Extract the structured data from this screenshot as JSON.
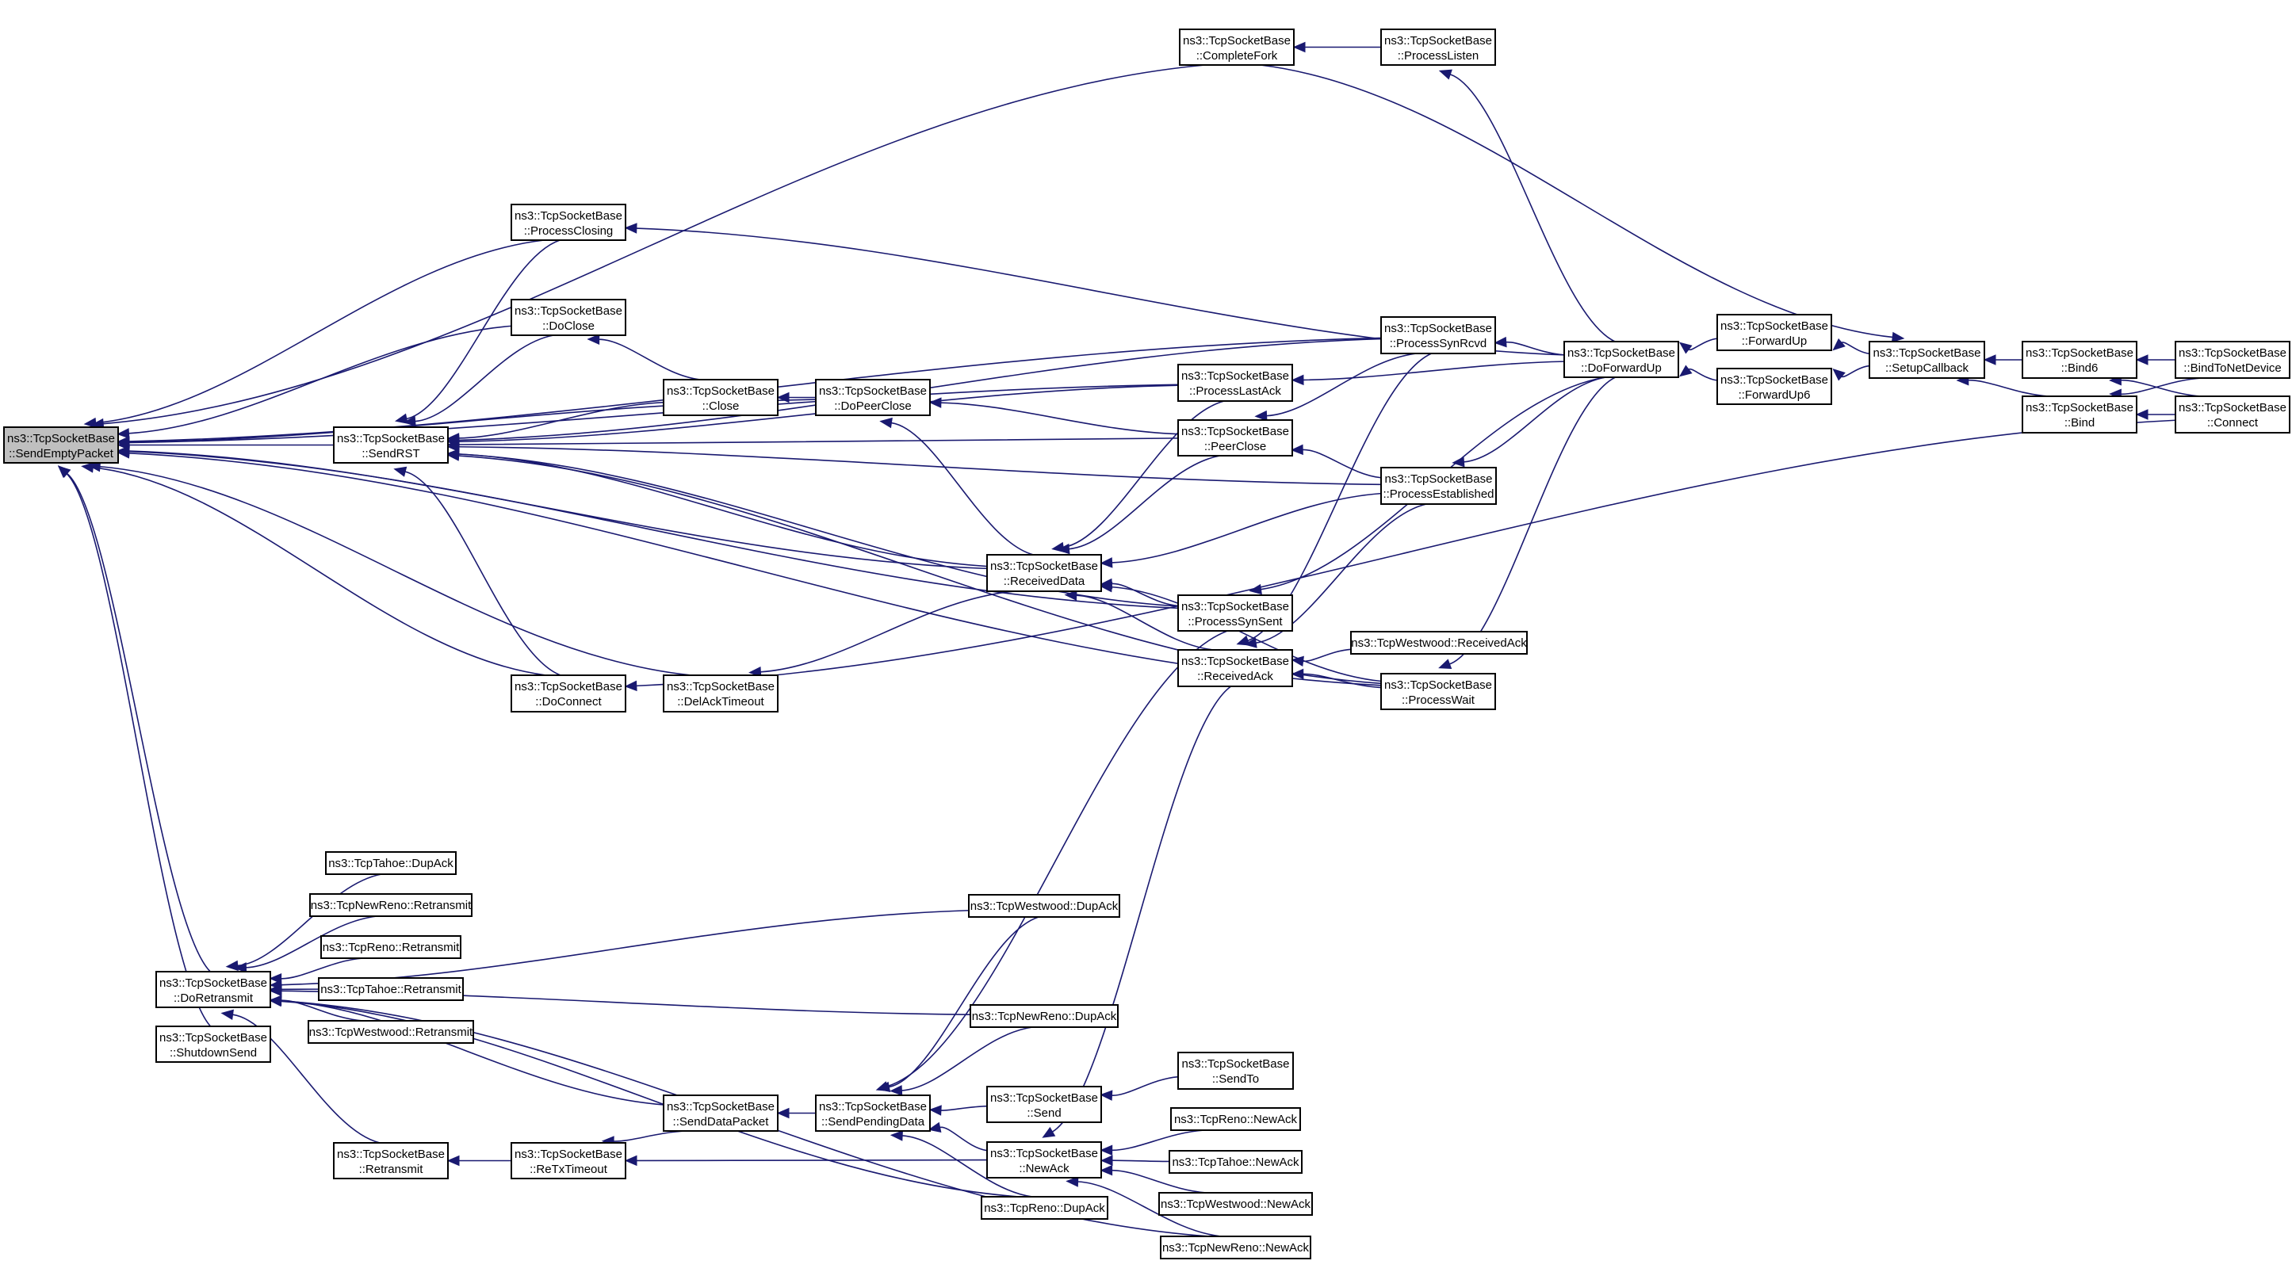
{
  "title": "Caller graph of ns3::TcpSocketBase::SendEmptyPacket",
  "edge_color": "#191970",
  "root_fill": "#bfbfbf",
  "nodes": [
    {
      "id": "SendEmptyPacket",
      "lines": [
        "ns3::TcpSocketBase",
        "::SendEmptyPacket"
      ],
      "root": true
    },
    {
      "id": "SendRST",
      "lines": [
        "ns3::TcpSocketBase",
        "::SendRST"
      ]
    },
    {
      "id": "CompleteFork",
      "lines": [
        "ns3::TcpSocketBase",
        "::CompleteFork"
      ]
    },
    {
      "id": "ProcessListen",
      "lines": [
        "ns3::TcpSocketBase",
        "::ProcessListen"
      ]
    },
    {
      "id": "ProcessClosing",
      "lines": [
        "ns3::TcpSocketBase",
        "::ProcessClosing"
      ]
    },
    {
      "id": "DoClose",
      "lines": [
        "ns3::TcpSocketBase",
        "::DoClose"
      ]
    },
    {
      "id": "Close",
      "lines": [
        "ns3::TcpSocketBase",
        "::Close"
      ]
    },
    {
      "id": "DoPeerClose",
      "lines": [
        "ns3::TcpSocketBase",
        "::DoPeerClose"
      ]
    },
    {
      "id": "ProcessSynRcvd",
      "lines": [
        "ns3::TcpSocketBase",
        "::ProcessSynRcvd"
      ]
    },
    {
      "id": "ProcessLastAck",
      "lines": [
        "ns3::TcpSocketBase",
        "::ProcessLastAck"
      ]
    },
    {
      "id": "PeerClose",
      "lines": [
        "ns3::TcpSocketBase",
        "::PeerClose"
      ]
    },
    {
      "id": "ProcessEstablished",
      "lines": [
        "ns3::TcpSocketBase",
        "::ProcessEstablished"
      ]
    },
    {
      "id": "DoForwardUp",
      "lines": [
        "ns3::TcpSocketBase",
        "::DoForwardUp"
      ]
    },
    {
      "id": "ForwardUp",
      "lines": [
        "ns3::TcpSocketBase",
        "::ForwardUp"
      ]
    },
    {
      "id": "ForwardUp6",
      "lines": [
        "ns3::TcpSocketBase",
        "::ForwardUp6"
      ]
    },
    {
      "id": "SetupCallback",
      "lines": [
        "ns3::TcpSocketBase",
        "::SetupCallback"
      ]
    },
    {
      "id": "Bind6",
      "lines": [
        "ns3::TcpSocketBase",
        "::Bind6"
      ]
    },
    {
      "id": "Bind",
      "lines": [
        "ns3::TcpSocketBase",
        "::Bind"
      ]
    },
    {
      "id": "BindToNetDevice",
      "lines": [
        "ns3::TcpSocketBase",
        "::BindToNetDevice"
      ]
    },
    {
      "id": "Connect",
      "lines": [
        "ns3::TcpSocketBase",
        "::Connect"
      ]
    },
    {
      "id": "ReceivedData",
      "lines": [
        "ns3::TcpSocketBase",
        "::ReceivedData"
      ]
    },
    {
      "id": "ProcessSynSent",
      "lines": [
        "ns3::TcpSocketBase",
        "::ProcessSynSent"
      ]
    },
    {
      "id": "ReceivedAck",
      "lines": [
        "ns3::TcpSocketBase",
        "::ReceivedAck"
      ]
    },
    {
      "id": "WestwoodReceivedAck",
      "lines": [
        "ns3::TcpWestwood::ReceivedAck"
      ]
    },
    {
      "id": "ProcessWait",
      "lines": [
        "ns3::TcpSocketBase",
        "::ProcessWait"
      ]
    },
    {
      "id": "DoConnect",
      "lines": [
        "ns3::TcpSocketBase",
        "::DoConnect"
      ]
    },
    {
      "id": "DelAckTimeout",
      "lines": [
        "ns3::TcpSocketBase",
        "::DelAckTimeout"
      ]
    },
    {
      "id": "DoRetransmit",
      "lines": [
        "ns3::TcpSocketBase",
        "::DoRetransmit"
      ]
    },
    {
      "id": "ShutdownSend",
      "lines": [
        "ns3::TcpSocketBase",
        "::ShutdownSend"
      ]
    },
    {
      "id": "TahoeDupAck",
      "lines": [
        "ns3::TcpTahoe::DupAck"
      ]
    },
    {
      "id": "NewRenoRetransmit",
      "lines": [
        "ns3::TcpNewReno::Retransmit"
      ]
    },
    {
      "id": "RenoRetransmit",
      "lines": [
        "ns3::TcpReno::Retransmit"
      ]
    },
    {
      "id": "TahoeRetransmit",
      "lines": [
        "ns3::TcpTahoe::Retransmit"
      ]
    },
    {
      "id": "WestwoodRetransmit",
      "lines": [
        "ns3::TcpWestwood::Retransmit"
      ]
    },
    {
      "id": "WestwoodDupAck",
      "lines": [
        "ns3::TcpWestwood::DupAck"
      ]
    },
    {
      "id": "NewRenoDupAck",
      "lines": [
        "ns3::TcpNewReno::DupAck"
      ]
    },
    {
      "id": "SendDataPacket",
      "lines": [
        "ns3::TcpSocketBase",
        "::SendDataPacket"
      ]
    },
    {
      "id": "SendPendingData",
      "lines": [
        "ns3::TcpSocketBase",
        "::SendPendingData"
      ]
    },
    {
      "id": "Send",
      "lines": [
        "ns3::TcpSocketBase",
        "::Send"
      ]
    },
    {
      "id": "SendTo",
      "lines": [
        "ns3::TcpSocketBase",
        "::SendTo"
      ]
    },
    {
      "id": "Retransmit",
      "lines": [
        "ns3::TcpSocketBase",
        "::Retransmit"
      ]
    },
    {
      "id": "ReTxTimeout",
      "lines": [
        "ns3::TcpSocketBase",
        "::ReTxTimeout"
      ]
    },
    {
      "id": "NewAck",
      "lines": [
        "ns3::TcpSocketBase",
        "::NewAck"
      ]
    },
    {
      "id": "RenoDupAck",
      "lines": [
        "ns3::TcpReno::DupAck"
      ]
    },
    {
      "id": "RenoNewAck",
      "lines": [
        "ns3::TcpReno::NewAck"
      ]
    },
    {
      "id": "TahoeNewAck",
      "lines": [
        "ns3::TcpTahoe::NewAck"
      ]
    },
    {
      "id": "WestwoodNewAck",
      "lines": [
        "ns3::TcpWestwood::NewAck"
      ]
    },
    {
      "id": "NewRenoNewAck",
      "lines": [
        "ns3::TcpNewReno::NewAck"
      ]
    }
  ],
  "edges": [
    [
      "CompleteFork",
      "SendEmptyPacket"
    ],
    [
      "ProcessListen",
      "CompleteFork"
    ],
    [
      "DoForwardUp",
      "ProcessListen"
    ],
    [
      "CompleteFork",
      "SetupCallback"
    ],
    [
      "ProcessClosing",
      "SendEmptyPacket"
    ],
    [
      "DoForwardUp",
      "ProcessClosing"
    ],
    [
      "ProcessClosing",
      "SendRST"
    ],
    [
      "DoClose",
      "SendEmptyPacket"
    ],
    [
      "DoClose",
      "SendRST"
    ],
    [
      "Close",
      "DoClose"
    ],
    [
      "Close",
      "SendRST"
    ],
    [
      "DoPeerClose",
      "Close"
    ],
    [
      "DoPeerClose",
      "SendEmptyPacket"
    ],
    [
      "PeerClose",
      "DoPeerClose"
    ],
    [
      "ReceivedData",
      "DoPeerClose"
    ],
    [
      "SendRST",
      "SendEmptyPacket"
    ],
    [
      "ProcessSynRcvd",
      "SendEmptyPacket"
    ],
    [
      "ProcessSynRcvd",
      "SendRST"
    ],
    [
      "ProcessSynRcvd",
      "PeerClose"
    ],
    [
      "ProcessSynRcvd",
      "ReceivedAck"
    ],
    [
      "DoForwardUp",
      "ProcessSynRcvd"
    ],
    [
      "ProcessLastAck",
      "SendEmptyPacket"
    ],
    [
      "ProcessLastAck",
      "SendRST"
    ],
    [
      "DoForwardUp",
      "ProcessLastAck"
    ],
    [
      "ProcessLastAck",
      "ReceivedData"
    ],
    [
      "PeerClose",
      "SendRST"
    ],
    [
      "PeerClose",
      "ReceivedData"
    ],
    [
      "ProcessEstablished",
      "PeerClose"
    ],
    [
      "ProcessEstablished",
      "SendRST"
    ],
    [
      "ProcessEstablished",
      "ReceivedData"
    ],
    [
      "ProcessEstablished",
      "ReceivedAck"
    ],
    [
      "DoForwardUp",
      "ProcessEstablished"
    ],
    [
      "ForwardUp",
      "DoForwardUp"
    ],
    [
      "ForwardUp6",
      "DoForwardUp"
    ],
    [
      "SetupCallback",
      "ForwardUp"
    ],
    [
      "SetupCallback",
      "ForwardUp6"
    ],
    [
      "Bind6",
      "SetupCallback"
    ],
    [
      "Bind",
      "SetupCallback"
    ],
    [
      "BindToNetDevice",
      "Bind6"
    ],
    [
      "BindToNetDevice",
      "Bind"
    ],
    [
      "Connect",
      "Bind6"
    ],
    [
      "Connect",
      "Bind"
    ],
    [
      "Connect",
      "DoConnect"
    ],
    [
      "ReceivedData",
      "SendEmptyPacket"
    ],
    [
      "ReceivedData",
      "SendRST"
    ],
    [
      "ReceivedData",
      "DelAckTimeout"
    ],
    [
      "ProcessSynSent",
      "SendEmptyPacket"
    ],
    [
      "ProcessSynSent",
      "SendRST"
    ],
    [
      "ProcessSynSent",
      "ReceivedData"
    ],
    [
      "DoForwardUp",
      "ProcessSynSent"
    ],
    [
      "ProcessSynSent",
      "SendPendingData"
    ],
    [
      "ReceivedAck",
      "ReceivedData"
    ],
    [
      "WestwoodReceivedAck",
      "ReceivedAck"
    ],
    [
      "ProcessWait",
      "ReceivedAck"
    ],
    [
      "ProcessWait",
      "ReceivedData"
    ],
    [
      "ProcessWait",
      "SendRST"
    ],
    [
      "ProcessWait",
      "SendEmptyPacket"
    ],
    [
      "DoForwardUp",
      "ProcessWait"
    ],
    [
      "ReceivedAck",
      "NewAck"
    ],
    [
      "DoConnect",
      "SendEmptyPacket"
    ],
    [
      "DoConnect",
      "SendRST"
    ],
    [
      "DelAckTimeout",
      "SendEmptyPacket"
    ],
    [
      "DoRetransmit",
      "SendEmptyPacket"
    ],
    [
      "ShutdownSend",
      "SendEmptyPacket"
    ],
    [
      "TahoeDupAck",
      "DoRetransmit"
    ],
    [
      "NewRenoRetransmit",
      "DoRetransmit"
    ],
    [
      "RenoRetransmit",
      "DoRetransmit"
    ],
    [
      "TahoeRetransmit",
      "DoRetransmit"
    ],
    [
      "WestwoodRetransmit",
      "DoRetransmit"
    ],
    [
      "WestwoodDupAck",
      "DoRetransmit"
    ],
    [
      "NewRenoDupAck",
      "DoRetransmit"
    ],
    [
      "SendDataPacket",
      "DoRetransmit"
    ],
    [
      "Retransmit",
      "DoRetransmit"
    ],
    [
      "RenoDupAck",
      "DoRetransmit"
    ],
    [
      "NewRenoNewAck",
      "DoRetransmit"
    ],
    [
      "WestwoodDupAck",
      "SendPendingData"
    ],
    [
      "NewRenoDupAck",
      "SendPendingData"
    ],
    [
      "SendPendingData",
      "SendDataPacket"
    ],
    [
      "SendDataPacket",
      "ReTxTimeout"
    ],
    [
      "ReTxTimeout",
      "Retransmit"
    ],
    [
      "NewAck",
      "ReTxTimeout"
    ],
    [
      "Send",
      "SendPendingData"
    ],
    [
      "SendTo",
      "Send"
    ],
    [
      "NewAck",
      "SendPendingData"
    ],
    [
      "RenoDupAck",
      "SendPendingData"
    ],
    [
      "RenoNewAck",
      "NewAck"
    ],
    [
      "TahoeNewAck",
      "NewAck"
    ],
    [
      "WestwoodNewAck",
      "NewAck"
    ],
    [
      "NewRenoNewAck",
      "NewAck"
    ]
  ]
}
